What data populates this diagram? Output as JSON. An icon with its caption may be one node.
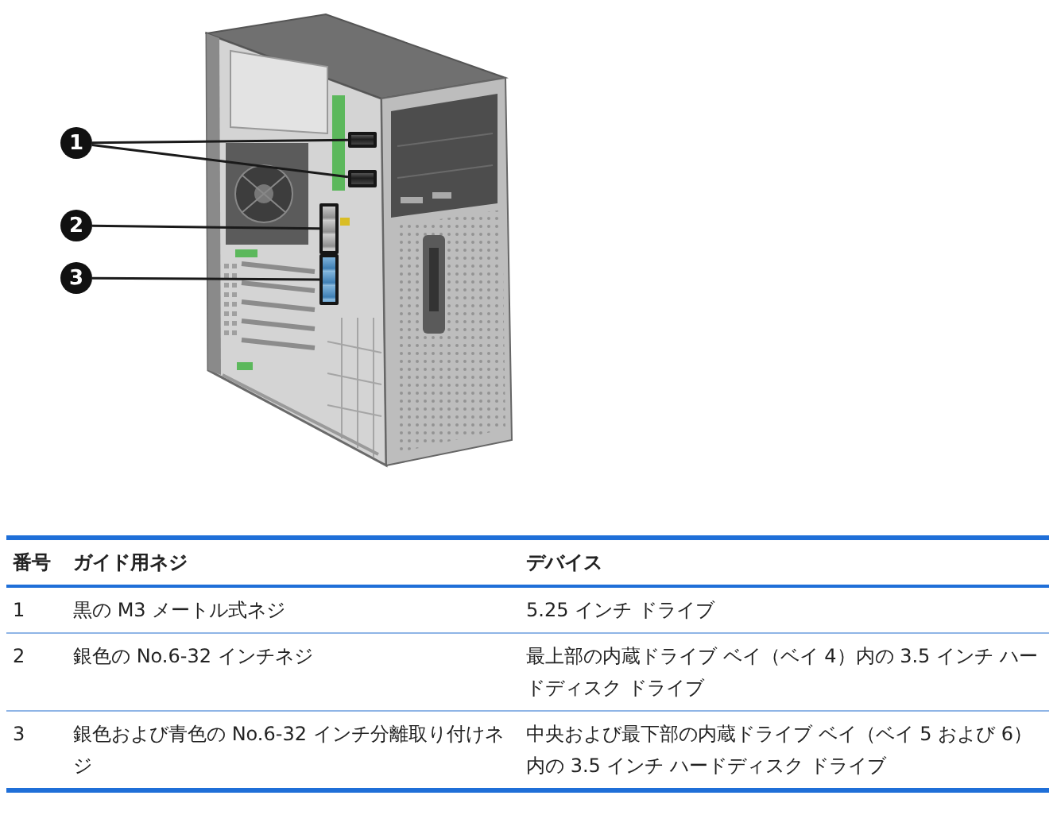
{
  "diagram": {
    "nodes": [
      {
        "text": [
          "1"
        ]
      },
      {
        "text": [],
        "shape": "box"
      },
      {
        "text": [],
        "shape": "box"
      },
      {
        "text": [
          "2"
        ]
      },
      {
        "text": [],
        "shape": "box"
      },
      {
        "text": [
          "3"
        ]
      },
      {
        "text": [],
        "shape": "box"
      }
    ],
    "edges": [
      {
        "from": 0,
        "to": 1,
        "arrow": "none"
      },
      {
        "from": 0,
        "to": 2,
        "arrow": "none"
      },
      {
        "from": 3,
        "to": 4,
        "arrow": "none"
      },
      {
        "from": 5,
        "to": 6,
        "arrow": "none"
      }
    ],
    "labels": [
      "番号",
      "ガイド用ネジ",
      "デバイス",
      "1",
      "黒の M3 メートル式ネジ",
      "5.25 インチ ドライブ",
      "2",
      "銀色の No.6-32 インチネジ",
      "最上部の内蔵ドライブ ベイ（ベイ 4）内の 3.5 インチ ハードディスク ドライブ",
      "3",
      "銀色および青色の No.6-32 インチ分離取り付けネジ",
      "中央および最下部の内蔵ドライブ ベイ（ベイ 5 および 6）内の 3.5 インチ ハードディスク ドライブ"
    ]
  }
}
